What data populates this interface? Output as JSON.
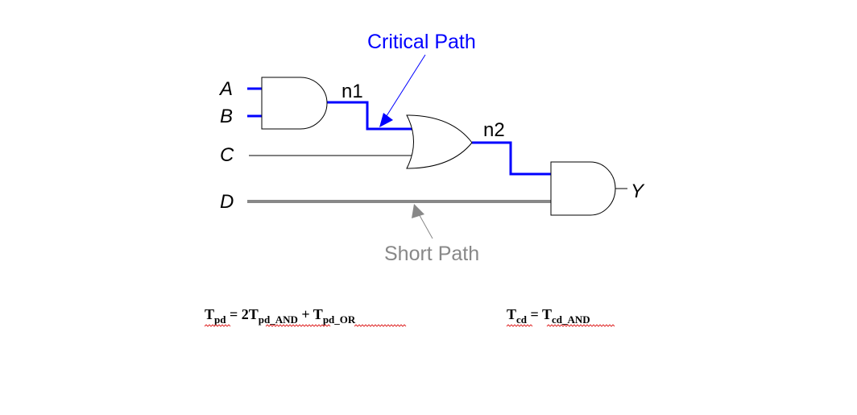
{
  "colors": {
    "critical": "#0000ff",
    "short": "#888888",
    "wire": "#000000",
    "spellcheck": "#e03030"
  },
  "inputs": {
    "a": "A",
    "b": "B",
    "c": "C",
    "d": "D"
  },
  "output": "Y",
  "nets": {
    "n1": "n1",
    "n2": "n2"
  },
  "labels": {
    "critical_path": "Critical Path",
    "short_path": "Short Path"
  },
  "equations": {
    "tpd": {
      "lhs": "T",
      "lhs_sub": "pd",
      "eq": " = 2T",
      "term1_sub": "pd_AND",
      "plus": " + T",
      "term2_sub": "pd_OR"
    },
    "tcd": {
      "lhs": "T",
      "lhs_sub": "cd",
      "eq": " = T",
      "term1_sub": "cd_AND"
    }
  }
}
